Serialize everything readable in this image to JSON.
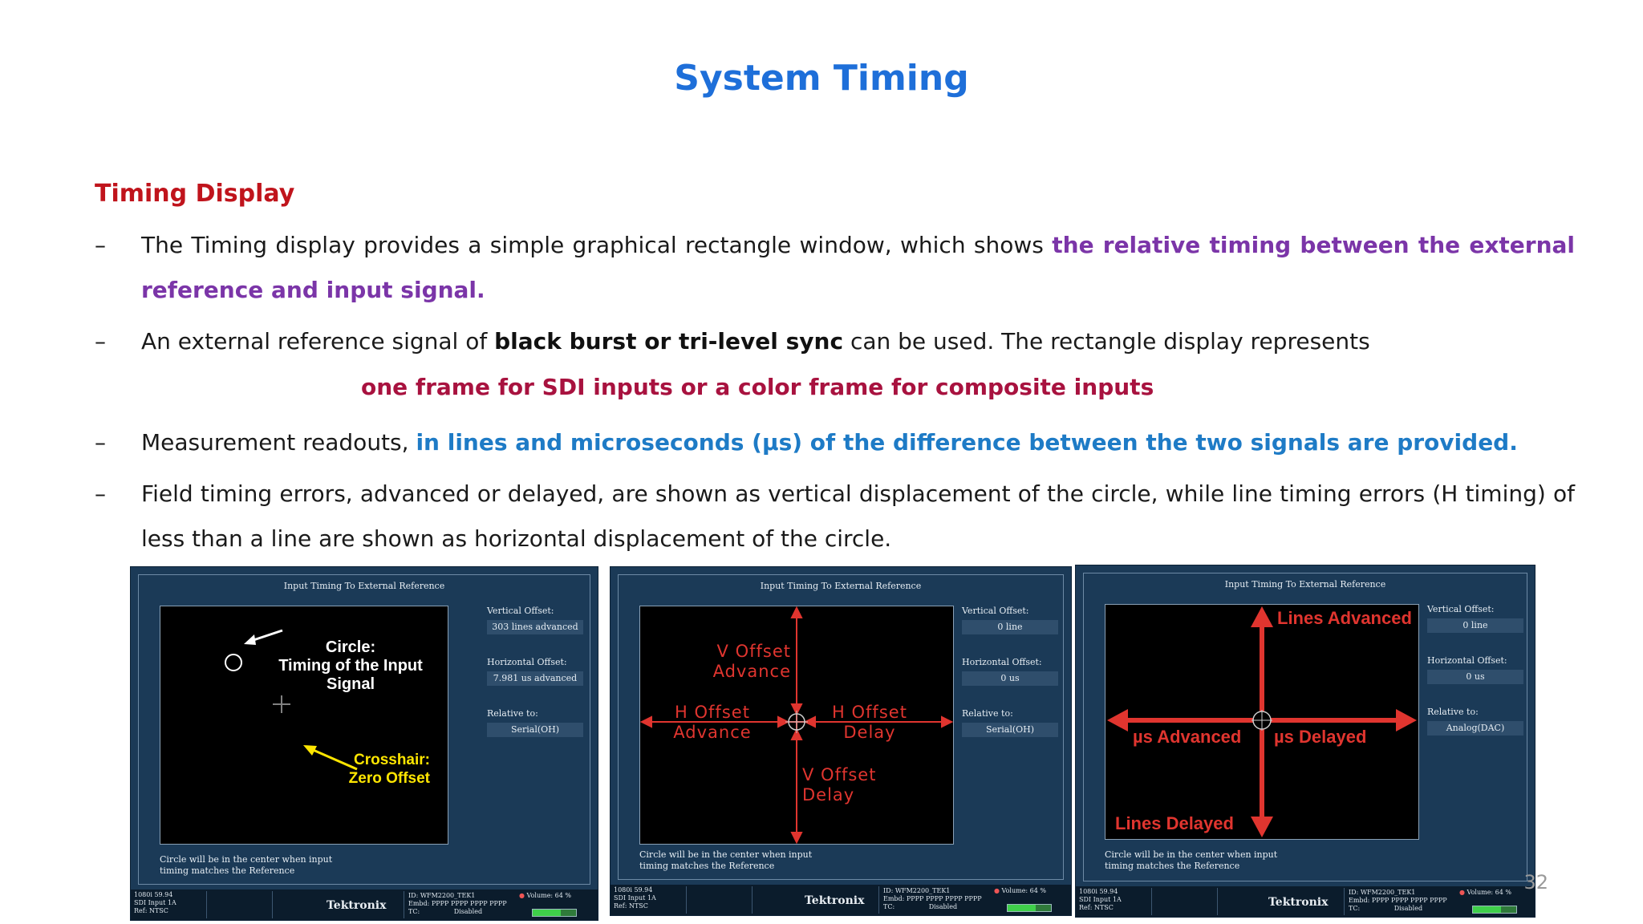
{
  "slide": {
    "title": "System Timing",
    "section": "Timing Display",
    "page_number": "32"
  },
  "bullets": [
    {
      "dash": "–",
      "parts": [
        {
          "text": "The Timing display provides a simple graphical rectangle window, which shows ",
          "style": "normal"
        },
        {
          "text": "the relative timing between the external reference and input signal.",
          "style": "purple"
        }
      ]
    },
    {
      "dash": "–",
      "parts": [
        {
          "text": "An external reference signal of ",
          "style": "normal"
        },
        {
          "text": "black burst or tri-level sync",
          "style": "bold"
        },
        {
          "text": " can be used. The rectangle display represents",
          "style": "normal"
        }
      ]
    },
    {
      "dash": "–",
      "parts": [
        {
          "text": "Measurement readouts, ",
          "style": "normal"
        },
        {
          "text": "in lines and microseconds (µs) of the difference between the two signals are provided.",
          "style": "blue"
        }
      ]
    },
    {
      "dash": "–",
      "parts": [
        {
          "text": "Field timing errors, advanced or delayed, are shown as vertical displacement of the circle, while line timing errors (H timing) of less than a line are shown as horizontal displacement of the circle.",
          "style": "normal"
        }
      ]
    }
  ],
  "subline": "one frame for SDI inputs or a color frame for composite inputs",
  "panels": [
    {
      "title": "Input Timing To External Reference",
      "vertical_label": "Vertical Offset:",
      "vertical_value": "303 lines advanced",
      "horizontal_label": "Horizontal Offset:",
      "horizontal_value": "7.981 us advanced",
      "relative_label": "Relative to:",
      "relative_value": "Serial(OH)",
      "note": [
        "Circle will be in the center when input",
        "timing matches the Reference"
      ],
      "annotations": {
        "circle_line1": "Circle:",
        "circle_line2": "Timing of the Input Signal",
        "cross_line1": "Crosshair:",
        "cross_line2": "Zero Offset"
      },
      "status": {
        "format": "1080i 59.94",
        "input": "SDI Input 1A",
        "ref": "Ref: NTSC",
        "brand": "Tektronix",
        "id": "ID: WFM2200_TEK1",
        "embd": "Embd: PPPP PPPP PPPP PPPP",
        "tc": "TC:",
        "tc_value": "Disabled",
        "volume": "Volume:  64 %"
      }
    },
    {
      "title": "Input Timing To External Reference",
      "vertical_label": "Vertical Offset:",
      "vertical_value": "0 line",
      "horizontal_label": "Horizontal Offset:",
      "horizontal_value": "0 us",
      "relative_label": "Relative to:",
      "relative_value": "Serial(OH)",
      "note": [
        "Circle will be in the center when input",
        "timing matches the Reference"
      ],
      "annotations": {
        "v_adv1": "V Offset",
        "v_adv2": "Advance",
        "h_adv1": "H Offset",
        "h_adv2": "Advance",
        "h_del1": "H Offset",
        "h_del2": "Delay",
        "v_del1": "V Offset",
        "v_del2": "Delay"
      },
      "status": {
        "format": "1080i 59.94",
        "input": "SDI Input 1A",
        "ref": "Ref: NTSC",
        "brand": "Tektronix",
        "id": "ID: WFM2200_TEK1",
        "embd": "Embd: PPPP PPPP PPPP PPPP",
        "tc": "TC:",
        "tc_value": "Disabled",
        "volume": "Volume:  64 %"
      }
    },
    {
      "title": "Input Timing To External Reference",
      "vertical_label": "Vertical Offset:",
      "vertical_value": "0 line",
      "horizontal_label": "Horizontal Offset:",
      "horizontal_value": "0 us",
      "relative_label": "Relative to:",
      "relative_value": "Analog(DAC)",
      "note": [
        "Circle will be in the center when input",
        "timing matches the Reference"
      ],
      "annotations": {
        "lines_adv": "Lines Advanced",
        "us_adv": "µs Advanced",
        "us_del": "µs Delayed",
        "lines_del": "Lines Delayed"
      },
      "status": {
        "format": "1080i 59.94",
        "input": "SDI Input 1A",
        "ref": "Ref: NTSC",
        "brand": "Tektronix",
        "id": "ID: WFM2200_TEK1",
        "embd": "Embd: PPPP PPPP PPPP PPPP",
        "tc": "TC:",
        "tc_value": "Disabled",
        "volume": "Volume:  64 %"
      }
    }
  ],
  "colors": {
    "title": "#1e6fd9",
    "section": "#c0141c",
    "purple": "#7b35a8",
    "blue": "#1e7bc6",
    "crimson": "#a8123f",
    "panel_bg": "#1b3a57",
    "arrow_red": "#e0352f",
    "annotation_yellow": "#ffe600"
  },
  "volume_level": 0.64
}
